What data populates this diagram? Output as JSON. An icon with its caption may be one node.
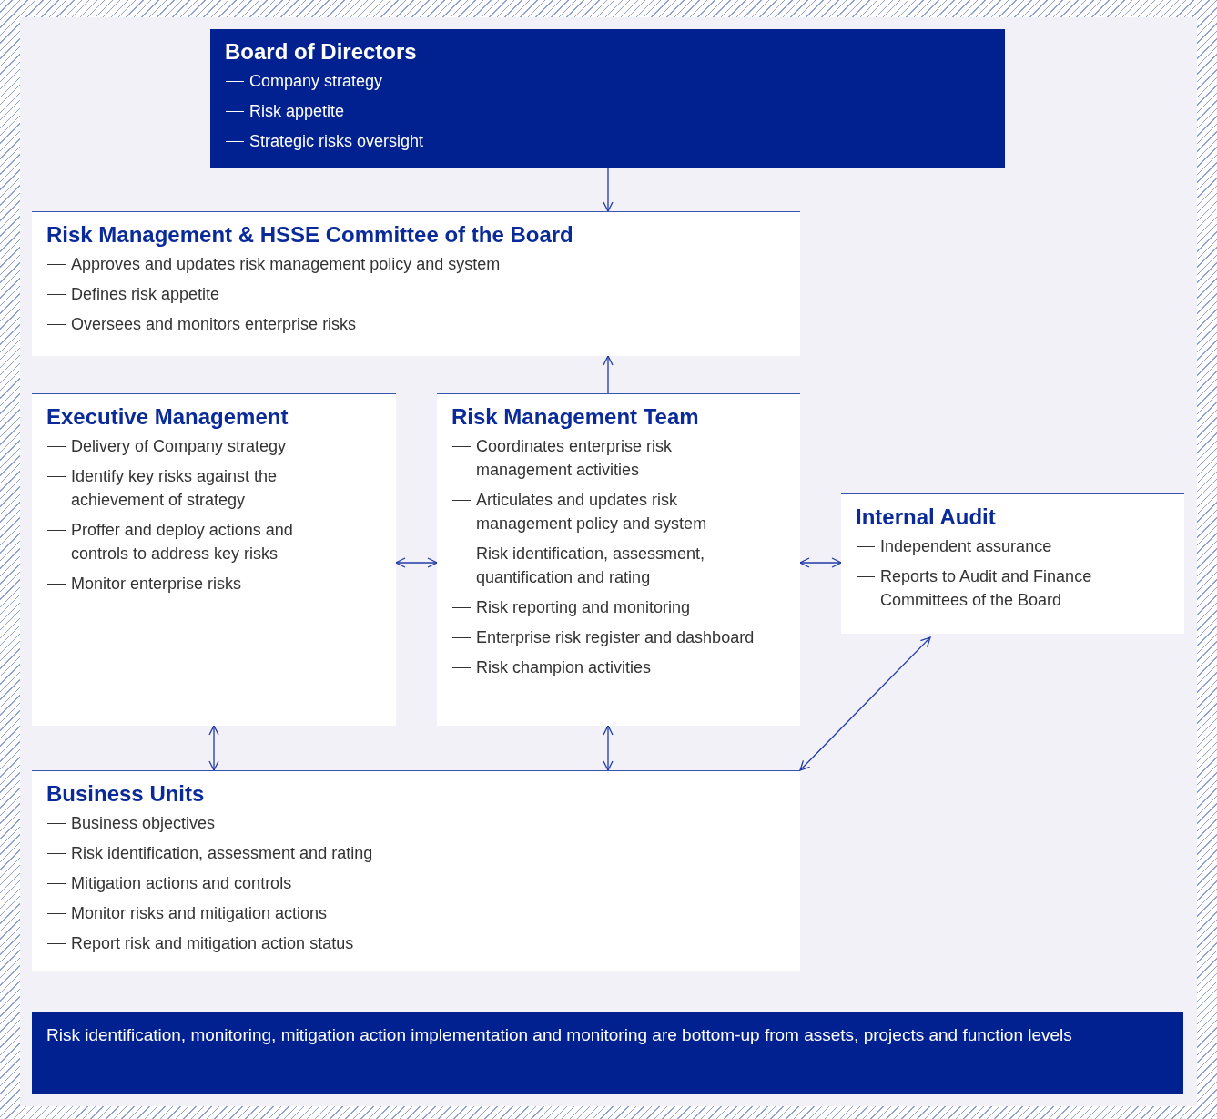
{
  "diagram": {
    "nodes": [
      {
        "text": [
          "Board of Directors",
          "Company strategy",
          "Risk appetite",
          "Strategic risks oversight"
        ]
      },
      {
        "text": [
          "Risk Management & HSSE Committee of the Board",
          "Approves and updates risk management policy and system",
          "Defines risk appetite",
          "Oversees and monitors enterprise risks"
        ]
      },
      {
        "text": [
          "Executive Management",
          "Delivery of Company strategy",
          "Identify key risks against the achievement of strategy",
          "Proffer and deploy actions and controls to address key risks",
          "Monitor enterprise risks"
        ]
      },
      {
        "text": [
          "Risk Management Team",
          "Coordinates enterprise risk management activities",
          "Articulates and updates risk management policy and system",
          "Risk identification, assessment, quantification and rating",
          "Risk reporting and monitoring",
          "Enterprise risk register and dashboard",
          "Risk champion activities"
        ]
      },
      {
        "text": [
          "Internal Audit",
          "Independent assurance",
          "Reports to Audit and Finance Committees of the Board"
        ]
      },
      {
        "text": [
          "Business Units",
          "Business objectives",
          "Risk identification, assessment and rating",
          "Mitigation actions and controls",
          "Monitor risks and mitigation actions",
          "Report risk and mitigation action status"
        ]
      },
      {
        "text": [
          "Risk identification, monitoring, mitigation action implementation and monitoring are bottom-up from assets, projects and function levels"
        ]
      }
    ],
    "edges": [
      {
        "from": 0,
        "to": 1,
        "arrow": "to"
      },
      {
        "from": 3,
        "to": 1,
        "arrow": "to"
      },
      {
        "from": 2,
        "to": 3,
        "arrow": "both"
      },
      {
        "from": 3,
        "to": 4,
        "arrow": "both"
      },
      {
        "from": 2,
        "to": 5,
        "arrow": "both"
      },
      {
        "from": 3,
        "to": 5,
        "arrow": "both"
      },
      {
        "from": 5,
        "to": 4,
        "arrow": "both"
      }
    ]
  }
}
